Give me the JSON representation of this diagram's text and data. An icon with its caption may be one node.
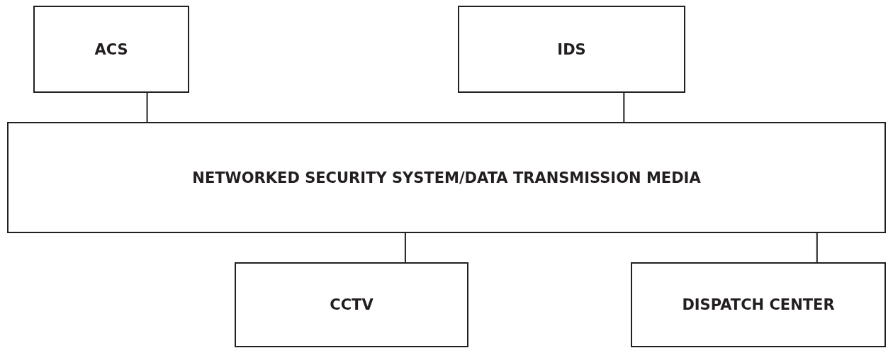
{
  "diagram": {
    "nodes": [
      {
        "text": [
          "ACS"
        ]
      },
      {
        "text": [
          "IDS"
        ]
      },
      {
        "text": [
          "NETWORKED SECURITY SYSTEM/DATA TRANSMISSION MEDIA"
        ]
      },
      {
        "text": [
          "CCTV"
        ]
      },
      {
        "text": [
          "DISPATCH CENTER"
        ]
      }
    ],
    "edges": [
      {
        "from": 0,
        "to": 2,
        "arrow": "none"
      },
      {
        "from": 1,
        "to": 2,
        "arrow": "none"
      },
      {
        "from": 2,
        "to": 3,
        "arrow": "none"
      },
      {
        "from": 2,
        "to": 4,
        "arrow": "none"
      }
    ]
  }
}
